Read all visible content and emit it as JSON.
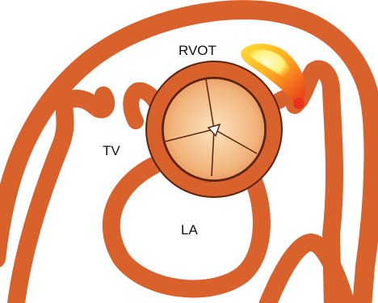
{
  "labels": {
    "rvot": "RVOT",
    "tv": "TV",
    "la": "LA"
  },
  "colors": {
    "wall": "#d9612c",
    "wall_outline": "#5a2410",
    "leaflet_light": "#f9d6a8",
    "leaflet_dark": "#e38a4c",
    "jet_core": "#fff27a",
    "jet_outer": "#e8321b",
    "background": "#ffffff"
  },
  "structures": [
    "right-ventricle-outer-wall",
    "aortic-root",
    "aortic-valve-leaflets",
    "left-atrium",
    "tricuspid-valve",
    "rvot-jet"
  ]
}
